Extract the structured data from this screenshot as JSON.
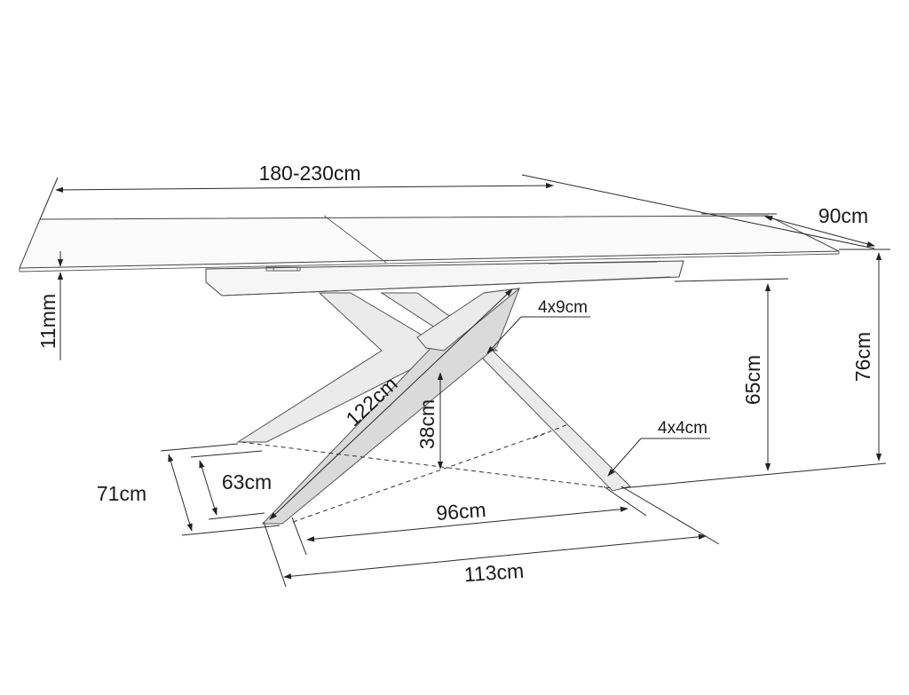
{
  "diagram": {
    "subject": "Extendable dining table with crossed wooden legs — dimension drawing",
    "dimensions": {
      "length": "180-230cm",
      "width": "90cm",
      "top_thickness": "11mm",
      "total_height": "76cm",
      "frame_clearance_height": "65cm",
      "leg_length": "122cm",
      "leg_cross_height": "38cm",
      "leg_section_top": "4x9cm",
      "leg_section_bottom": "4x4cm",
      "base_depth_outer": "71cm",
      "base_depth_inner": "63cm",
      "base_length_inner": "96cm",
      "base_length_outer": "113cm"
    },
    "colors": {
      "line": "#2a2a2a",
      "leg_shade": "#e6e6e6",
      "background": "#ffffff"
    }
  }
}
